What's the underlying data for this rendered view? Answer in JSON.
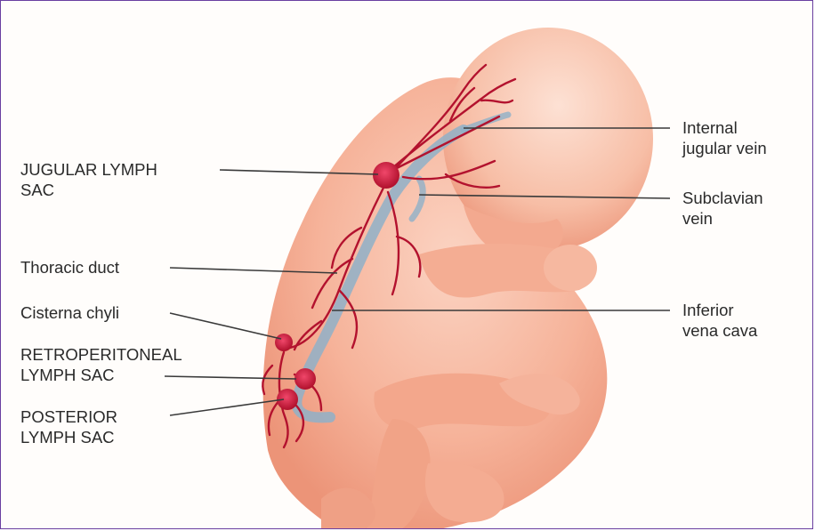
{
  "labels": {
    "jugular_lymph_sac": [
      "JUGULAR LYMPH",
      "SAC"
    ],
    "thoracic_duct": "Thoracic duct",
    "cisterna_chyli": "Cisterna chyli",
    "retroperitoneal_lymph_sac": [
      "RETROPERITONEAL",
      "LYMPH SAC"
    ],
    "posterior_lymph_sac": [
      "POSTERIOR",
      "LYMPH SAC"
    ],
    "internal_jugular_vein": [
      "Internal",
      "jugular vein"
    ],
    "subclavian_vein": [
      "Subclavian",
      "vein"
    ],
    "inferior_vena_cava": [
      "Inferior",
      "vena cava"
    ]
  },
  "colors": {
    "frame_border": "#6a3fa0",
    "skin": "#f6b39a",
    "lymph": "#b3122e",
    "vein": "#8fb0c8",
    "leader_line": "#3a3a3a"
  }
}
